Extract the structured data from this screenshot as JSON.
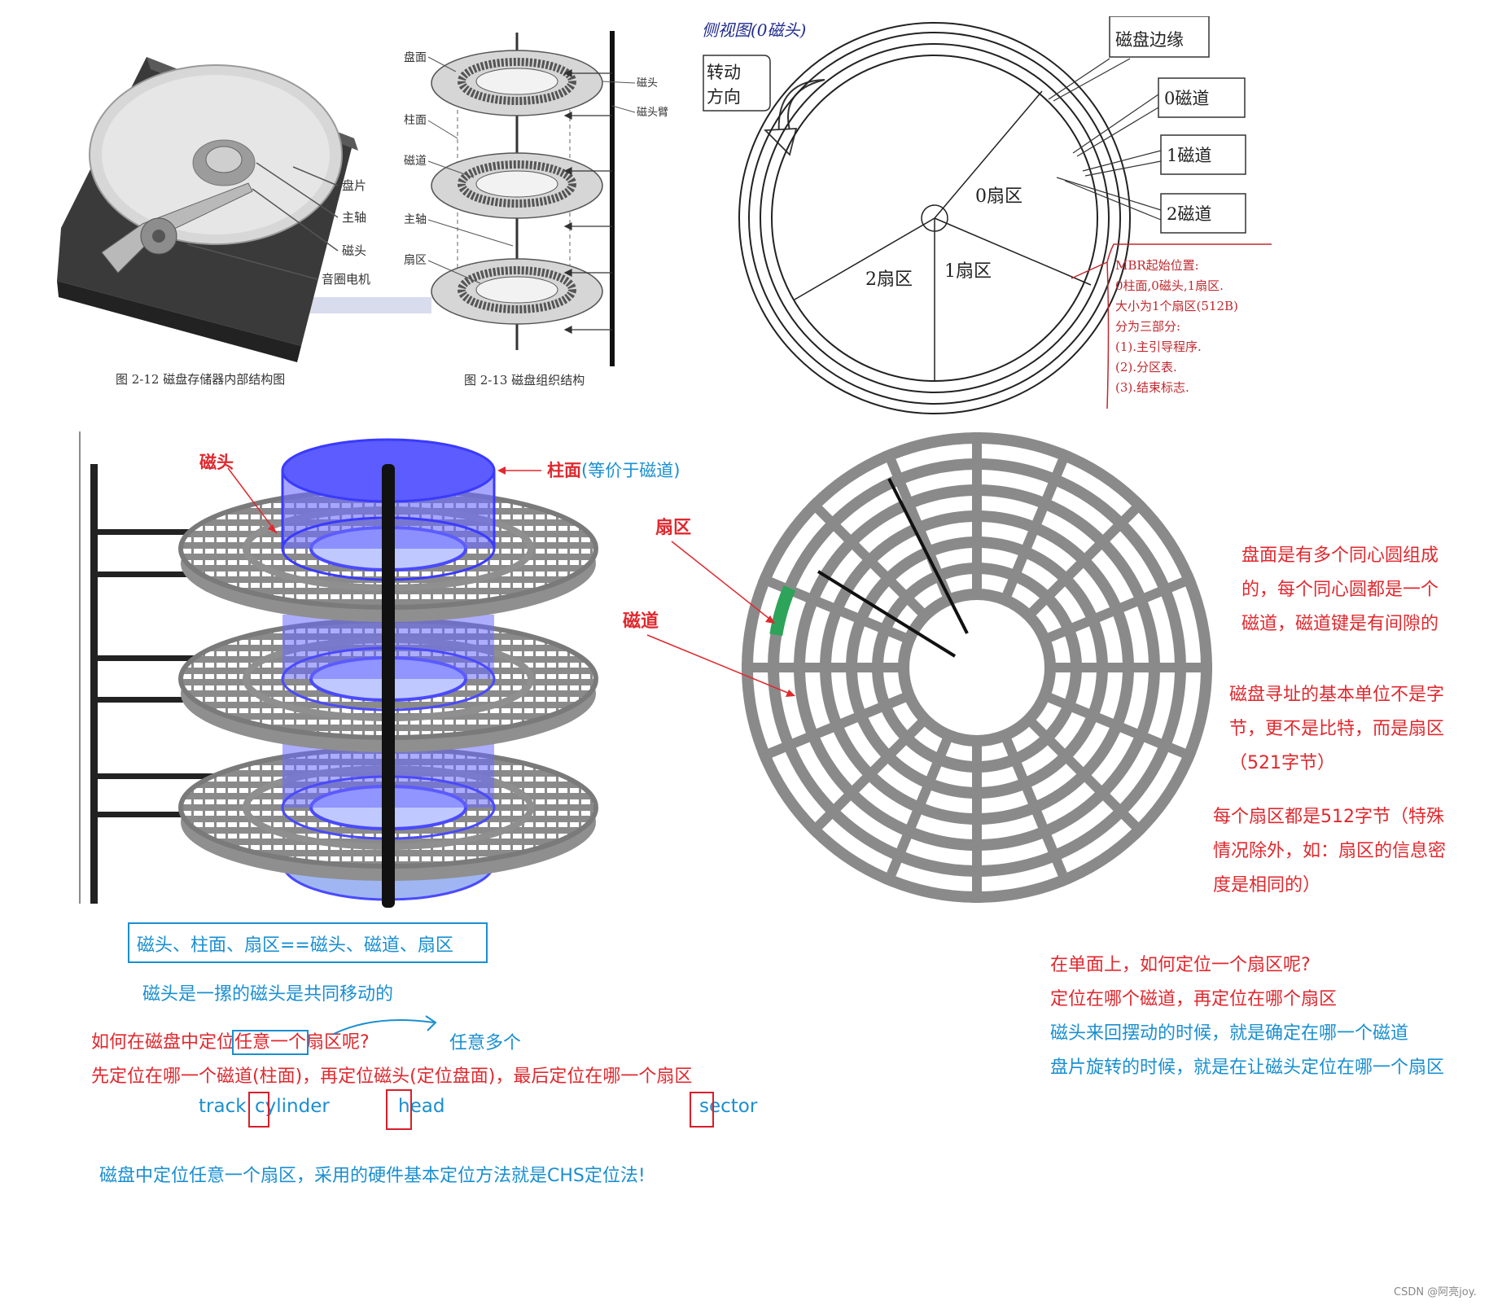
{
  "fig1": {
    "caption": "图 2-12   磁盘存储器内部结构图",
    "labels": {
      "platter": "盘片",
      "spindle": "主轴",
      "head": "磁头",
      "motor": "音圈电机"
    }
  },
  "fig2": {
    "caption": "图 2-13   磁盘组织结构",
    "labels": {
      "surface": "盘面",
      "cylinder": "柱面",
      "track": "磁道",
      "spindle": "主轴",
      "sector": "扇区",
      "head": "磁头",
      "arm": "磁头臂"
    }
  },
  "fig3": {
    "title": "侧视图(0磁头)",
    "rotation": "转动方向",
    "rotation_line1": "转动",
    "rotation_line2": "方向",
    "edge": "磁盘边缘",
    "track0": "0磁道",
    "track1": "1磁道",
    "track2": "2磁道",
    "sector0": "0扇区",
    "sector1": "1扇区",
    "sector2": "2扇区",
    "mbr": [
      "MBR起始位置:",
      "0柱面,0磁头,1扇区.",
      "大小为1个扇区(512B)",
      "分为三部分:",
      "(1).主引导程序.",
      "(2).分区表.",
      "(3).结束标志."
    ]
  },
  "fig4": {
    "head": "磁头",
    "cylinder_prefix": "柱面",
    "cylinder_suffix": "(等价于磁道)",
    "sector": "扇区",
    "track": "磁道"
  },
  "notes": {
    "equation": "磁头、柱面、扇区==磁头、磁道、扇区",
    "heads_move": "磁头是一摞的磁头是共同移动的",
    "q_part1": "如何在磁盘中定位",
    "q_part2": "任意一个",
    "q_part3": "扇区呢?",
    "any_many": "任意多个",
    "steps": "先定位在哪一个磁道(柱面)，再定位磁头(定位盘面)，最后定位在哪一个扇区",
    "track_en": "track",
    "cylinder_c": "c",
    "cylinder_rest": "ylinder",
    "head_h": "h",
    "head_rest": "ead",
    "sector_s": "s",
    "sector_rest": "ector",
    "chs": "磁盘中定位任意一个扇区，采用的硬件基本定位方法就是CHS定位法!"
  },
  "right_notes": {
    "p1": [
      "盘面是有多个同心圆组成",
      "的，每个同心圆都是一个",
      "磁道，磁道键是有间隙的"
    ],
    "p2": [
      "磁盘寻址的基本单位不是字",
      "节，更不是比特，而是扇区",
      "（521字节）"
    ],
    "p3": [
      "每个扇区都是512字节（特殊",
      "情况除外，如：扇区的信息密",
      "度是相同的）"
    ]
  },
  "bottom_right": {
    "q1": "在单面上，如何定位一个扇区呢?",
    "q2": "定位在哪个磁道，再定位在哪个扇区",
    "q3": "磁头来回摆动的时候，就是确定在哪一个磁道",
    "q4": "盘片旋转的时候，就是在让磁头定位在哪一个扇区"
  },
  "watermark": "CSDN @阿亮joy.",
  "colors": {
    "red": "#e0282e",
    "blue": "#1a8fd0",
    "gray": "#8a8a8a",
    "cyl": "#4a4aff"
  }
}
